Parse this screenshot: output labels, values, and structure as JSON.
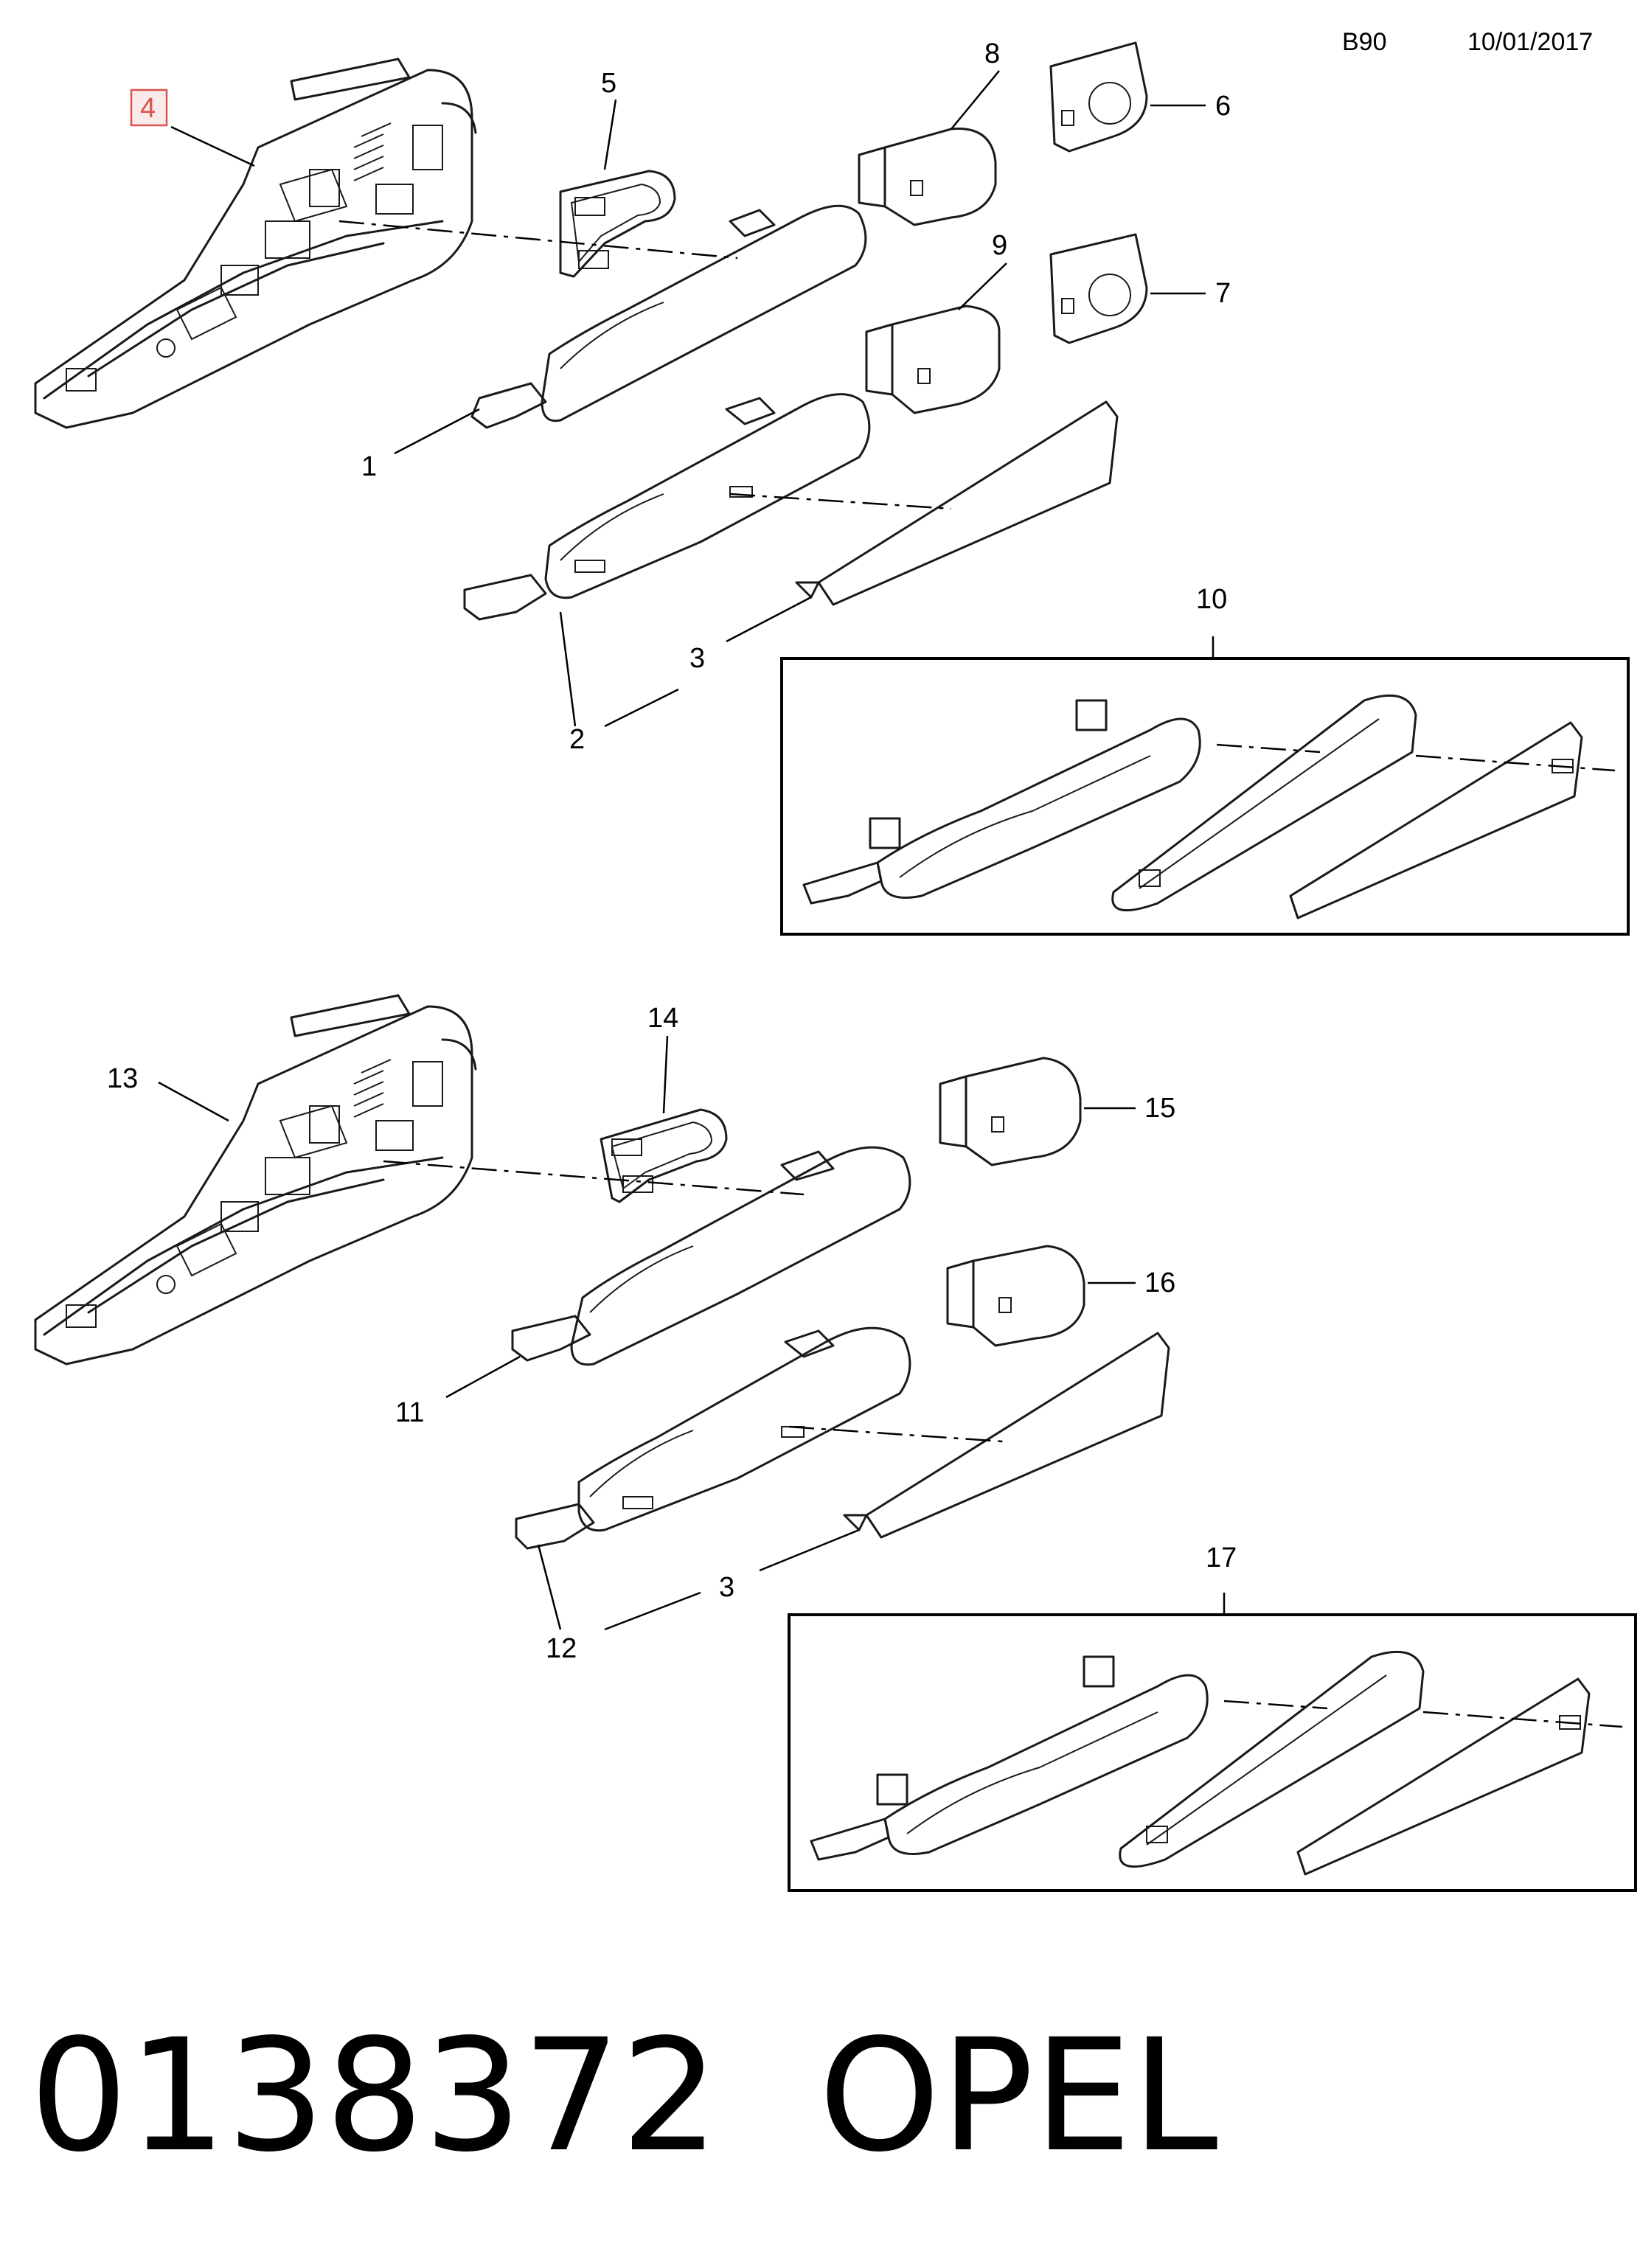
{
  "header": {
    "code": "B90",
    "date": "10/01/2017"
  },
  "callouts": {
    "c1": "1",
    "c2": "2",
    "c3a": "3",
    "c3b": "3",
    "c4": "4",
    "c5": "5",
    "c6": "6",
    "c7": "7",
    "c8": "8",
    "c9": "9",
    "c10": "10",
    "c11": "11",
    "c12": "12",
    "c13": "13",
    "c14": "14",
    "c15": "15",
    "c16": "16",
    "c17": "17"
  },
  "highlight": {
    "callout": "4",
    "color": "#d9534f"
  },
  "footer": {
    "part_number": "0138372",
    "brand": "OPEL"
  }
}
